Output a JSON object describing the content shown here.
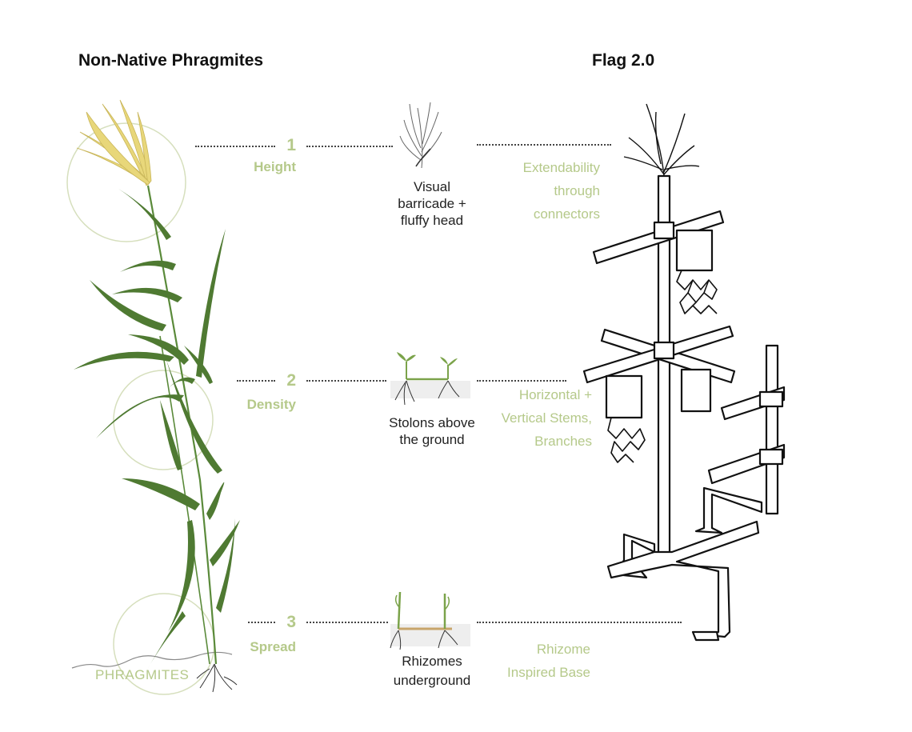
{
  "headings": {
    "left": "Non-Native Phragmites",
    "right": "Flag 2.0"
  },
  "rows": [
    {
      "number": "1",
      "trait": "Height",
      "feature_lines": [
        "Visual",
        "barricade +",
        "fluffy head"
      ],
      "adaptation_lines": [
        "Extendability",
        "through",
        "connectors"
      ]
    },
    {
      "number": "2",
      "trait": "Density",
      "feature_lines": [
        "Stolons above",
        "the ground"
      ],
      "adaptation_lines": [
        "Horizontal +",
        "Vertical Stems,",
        "Branches"
      ]
    },
    {
      "number": "3",
      "trait": "Spread",
      "feature_lines": [
        "Rhizomes",
        "underground"
      ],
      "adaptation_lines": [
        "Rhizome",
        "Inspired Base"
      ]
    }
  ],
  "plant_label": "PHRAGMITES",
  "colors": {
    "accent_green": "#b5c98a",
    "leaf_green": "#4f7a32",
    "plume_yellow": "#e8d77a",
    "ink": "#111111"
  },
  "icons": [
    "phragmites-plant-illustration",
    "plume-sketch-icon",
    "stolon-sketch-icon",
    "rhizome-sketch-icon",
    "flag-structure-sketch"
  ]
}
